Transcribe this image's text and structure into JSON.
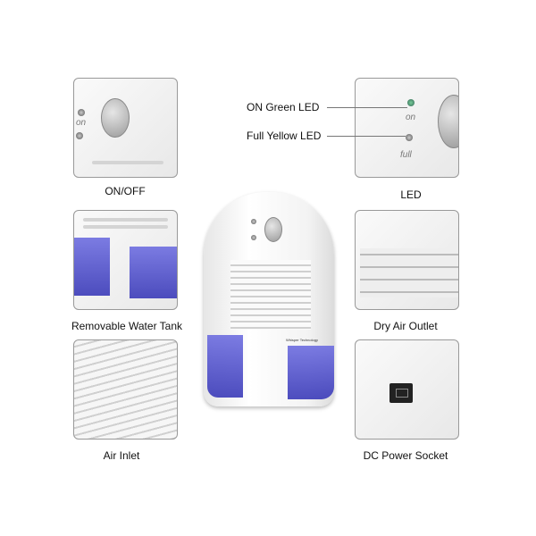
{
  "device": {
    "brand_text": "Whisper Technology",
    "on_text": "on",
    "full_text": "full",
    "tank_color": "#4646c8"
  },
  "panels": [
    {
      "label": "ON/OFF"
    },
    {
      "label": "LED"
    },
    {
      "label": "Removable Water Tank"
    },
    {
      "label": "Dry Air Outlet"
    },
    {
      "label": "Air Inlet"
    },
    {
      "label": "DC Power Socket"
    }
  ],
  "callouts": {
    "on_led": "ON Green LED",
    "full_led": "Full Yellow LED"
  }
}
